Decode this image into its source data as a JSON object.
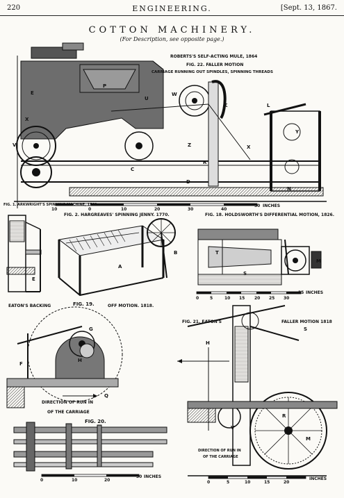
{
  "header": {
    "page_number": "220",
    "journal": "ENGINEERING.",
    "date": "[Sept. 13, 1867."
  },
  "title": "COTTON MACHINERY.",
  "subtitle": "(For Description, see opposite page.)",
  "figures": {
    "roberts_title": "ROBERTS'S SELF-ACTING MULE, 1864",
    "fig22": "FIG. 22. FALLER MOTION",
    "carriage": "CARRIAGE RUNNING OUT SPINDLES, SPINNING THREADS",
    "fig1": "FIG. 1. ARKWRIGHT'S SPINNING MACHINE, 1769.",
    "fig2": "FIG. 2. HARGREAVES' SPINNING JENNY. 1770.",
    "fig18": "FIG. 18. HOLDSWORTH'S DIFFERENTIAL MOTION, 1826.",
    "eaton_left": "EATON'S BACKING",
    "fig19": "FIG. 19.",
    "off_motion": "OFF MOTION. 1818.",
    "direction_left": "DIRECTION OF RUN IN",
    "of_carriage_left": "OF THE CARRIAGE",
    "fig20": "FIG. 20.",
    "fig21": "FIG. 21. EATON'S",
    "faller_1818": "FALLER MOTION 1818",
    "direction_right": "DIRECTION OF RUN IN",
    "of_carriage_right": "OF THE CARRIAGE",
    "inches": "INCHES"
  },
  "scales": {
    "top": [
      "10",
      "0",
      "10",
      "20",
      "30",
      "40",
      "50"
    ],
    "mid": [
      "0",
      "5",
      "10",
      "15",
      "20",
      "25",
      "30",
      "35"
    ],
    "bottom_left": [
      "0",
      "10",
      "20",
      "30"
    ],
    "bottom_right": [
      "0",
      "5",
      "10",
      "15",
      "20"
    ]
  },
  "letters": {
    "a": "A",
    "b": "B",
    "c": "C",
    "d": "D",
    "e": "E",
    "f": "F",
    "g": "G",
    "h": "H",
    "k": "K",
    "l": "L",
    "m": "M",
    "n": "N",
    "p": "P",
    "r": "R",
    "s": "S",
    "t": "T",
    "u": "U",
    "v": "V",
    "w": "W",
    "x": "X",
    "y": "Y",
    "z": "Z",
    "q": "Q"
  }
}
